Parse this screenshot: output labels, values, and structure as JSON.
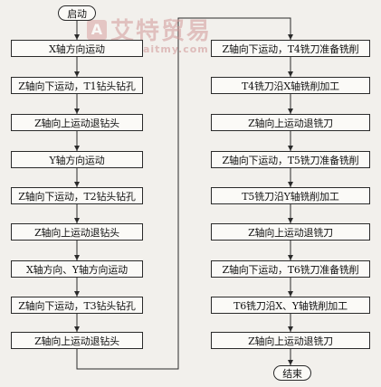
{
  "watermark": {
    "logo": "A",
    "text": "艾特贸易",
    "url": "www.aitmy.com"
  },
  "flowchart": {
    "start": "启动",
    "end": "结束",
    "left_steps": [
      "X轴方向运动",
      "Z轴向下运动，T1钻头钻孔",
      "Z轴向上运动退钻头",
      "Y轴方向运动",
      "Z轴向下运动，T2钻头钻孔",
      "Z轴向上运动退钻头",
      "X轴方向、Y轴方向运动",
      "Z轴向下运动，T3钻头钻孔",
      "Z轴向上运动退钻头"
    ],
    "right_steps": [
      "Z轴向下运动，T4铣刀准备铣削",
      "T4铣刀沿X轴铣削加工",
      "Z轴向上运动退铣刀",
      "Z轴向下运动，T5铣刀准备铣削",
      "T5铣刀沿Y轴铣削加工",
      "Z轴向上运动退铣刀",
      "Z轴向下运动，T6铣刀准备铣削",
      "T6铣刀沿X、Y轴铣削加工",
      "Z轴向上运动退铣刀"
    ]
  }
}
